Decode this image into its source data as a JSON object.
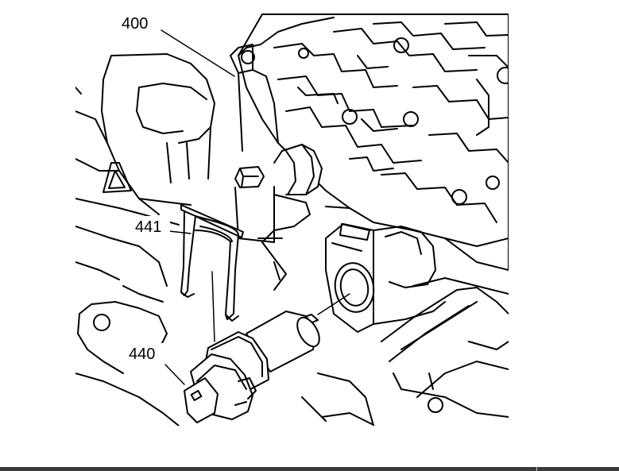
{
  "diagram": {
    "callouts": [
      {
        "id": "400",
        "label": "400"
      },
      {
        "id": "441",
        "label": "441"
      },
      {
        "id": "440",
        "label": "440"
      }
    ]
  }
}
